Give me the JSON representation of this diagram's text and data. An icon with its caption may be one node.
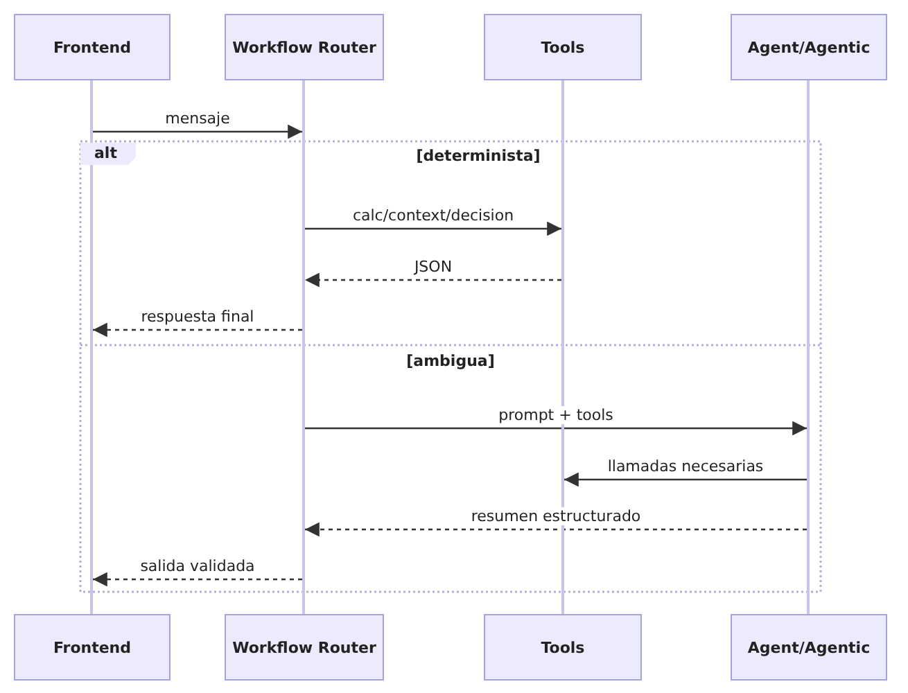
{
  "diagram": {
    "nodes": [
      {
        "text": [
          "Frontend"
        ]
      },
      {
        "text": [
          "Workflow Router"
        ]
      },
      {
        "text": [
          "Tools"
        ]
      },
      {
        "text": [
          "Agent/Agentic"
        ]
      },
      {
        "text": [],
        "shape": "bar"
      },
      {
        "text": [],
        "shape": "bar"
      },
      {
        "text": [],
        "shape": "bar"
      },
      {
        "text": [],
        "shape": "bar"
      },
      {
        "text": [
          "Frontend"
        ]
      },
      {
        "text": [
          "Workflow Router"
        ]
      },
      {
        "text": [
          "Tools"
        ]
      },
      {
        "text": [
          "Agent/Agentic"
        ]
      }
    ],
    "edges": [
      {
        "from": 4,
        "to": 5,
        "arrow": "to",
        "label": "mensaje"
      },
      {
        "from": 5,
        "to": 6,
        "arrow": "to",
        "label": "calc/context/decision"
      },
      {
        "from": 6,
        "to": 5,
        "arrow": "to",
        "label": "JSON",
        "style": "dashed"
      },
      {
        "from": 5,
        "to": 4,
        "arrow": "to",
        "label": "respuesta final",
        "style": "dashed"
      },
      {
        "from": 5,
        "to": 7,
        "arrow": "to",
        "label": "prompt + tools"
      },
      {
        "from": 7,
        "to": 6,
        "arrow": "to",
        "label": "llamadas necesarias"
      },
      {
        "from": 7,
        "to": 5,
        "arrow": "to",
        "label": "resumen estructurado",
        "style": "dashed"
      },
      {
        "from": 5,
        "to": 4,
        "arrow": "to",
        "label": "salida validada",
        "style": "dashed"
      }
    ],
    "labels": [
      "alt",
      "[determinista]",
      "[ambigua]"
    ]
  }
}
